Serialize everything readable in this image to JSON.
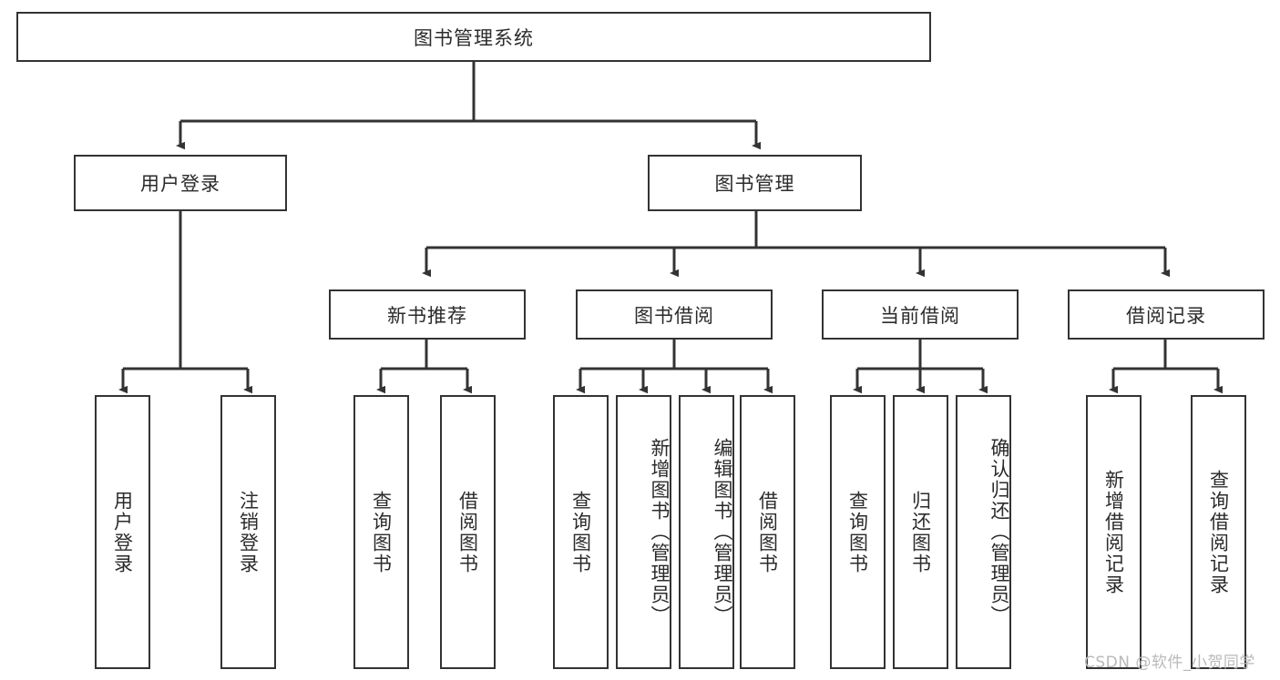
{
  "diagram": {
    "type": "tree-hierarchy",
    "title": "图书管理系统",
    "watermark": "CSDN @软件_小贺同学",
    "colors": {
      "stroke": "#333333",
      "fill": "#ffffff",
      "text": "#2b2b2b",
      "watermark": "#b9b9b9"
    },
    "root": {
      "label": "图书管理系统"
    },
    "level2": [
      {
        "label": "用户登录"
      },
      {
        "label": "图书管理"
      }
    ],
    "level3": [
      {
        "label": "新书推荐"
      },
      {
        "label": "图书借阅"
      },
      {
        "label": "当前借阅"
      },
      {
        "label": "借阅记录"
      }
    ],
    "leaves": {
      "user_login": [
        {
          "label": "用户登录"
        },
        {
          "label": "注销登录"
        }
      ],
      "new_book_recommend": [
        {
          "label": "查询图书"
        },
        {
          "label": "借阅图书"
        }
      ],
      "book_borrow": [
        {
          "label": "查询图书"
        },
        {
          "label": "新增图书（管理员）"
        },
        {
          "label": "编辑图书（管理员）"
        },
        {
          "label": "借阅图书"
        }
      ],
      "current_borrow": [
        {
          "label": "查询图书"
        },
        {
          "label": "归还图书"
        },
        {
          "label": "确认归还（管理员）"
        }
      ],
      "borrow_record": [
        {
          "label": "新增借阅记录"
        },
        {
          "label": "查询借阅记录"
        }
      ]
    }
  }
}
